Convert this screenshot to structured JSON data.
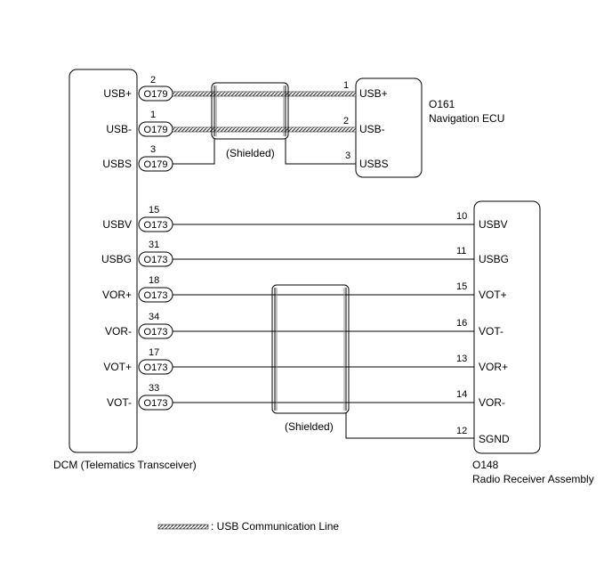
{
  "dcm": {
    "name": "DCM (Telematics Transceiver)",
    "pins": [
      {
        "label": "USB+",
        "pin": "2",
        "conn": "O179"
      },
      {
        "label": "USB-",
        "pin": "1",
        "conn": "O179"
      },
      {
        "label": "USBS",
        "pin": "3",
        "conn": "O179"
      },
      {
        "label": "USBV",
        "pin": "15",
        "conn": "O173"
      },
      {
        "label": "USBG",
        "pin": "31",
        "conn": "O173"
      },
      {
        "label": "VOR+",
        "pin": "18",
        "conn": "O173"
      },
      {
        "label": "VOR-",
        "pin": "34",
        "conn": "O173"
      },
      {
        "label": "VOT+",
        "pin": "17",
        "conn": "O173"
      },
      {
        "label": "VOT-",
        "pin": "33",
        "conn": "O173"
      }
    ]
  },
  "nav": {
    "id": "O161",
    "name": "Navigation ECU",
    "pins": [
      {
        "label": "USB+",
        "pin": "1"
      },
      {
        "label": "USB-",
        "pin": "2"
      },
      {
        "label": "USBS",
        "pin": "3"
      }
    ]
  },
  "radio": {
    "id": "O148",
    "name": "Radio Receiver Assembly",
    "pins": [
      {
        "label": "USBV",
        "pin": "10"
      },
      {
        "label": "USBG",
        "pin": "11"
      },
      {
        "label": "VOT+",
        "pin": "15"
      },
      {
        "label": "VOT-",
        "pin": "16"
      },
      {
        "label": "VOR+",
        "pin": "13"
      },
      {
        "label": "VOR-",
        "pin": "14"
      },
      {
        "label": "SGND",
        "pin": "12"
      }
    ]
  },
  "shield_label": "(Shielded)",
  "legend": {
    "label": ": USB Communication Line"
  }
}
